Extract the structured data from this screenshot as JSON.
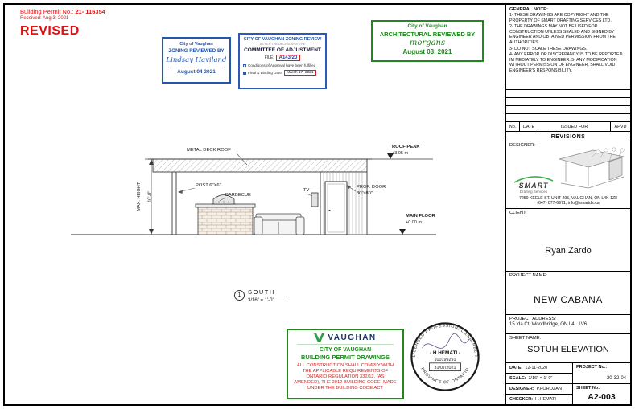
{
  "permit": {
    "label": "Building Permit No.:",
    "number": "21- 116354",
    "received": "Received: Aug 3, 2021",
    "revised": "REVISED"
  },
  "stamps": {
    "zoning": {
      "city": "City of Vaughan",
      "title": "ZONING REVIEWED BY",
      "signee": "Lindsay Haviland",
      "date": "August 04 2021"
    },
    "committee": {
      "header": "CITY OF VAUGHAN ZONING REVIEW",
      "subnote": "AS PER THE DECISION OF THE",
      "title": "COMMITTEE OF ADJUSTMENT",
      "file_label": "FILE:",
      "file_number": "A143/20",
      "check1": "Conditions of Approval have been fulfilled",
      "check2_label": "Final & Binding Date:",
      "check2_date": "March 17, 2021"
    },
    "architectural": {
      "city": "City of Vaughan",
      "title": "ARCHITECTURAL REVIEWED BY",
      "signee": "morgans",
      "date": "August 03, 2021"
    },
    "building_permit": {
      "logo_text": "VAUGHAN",
      "line1": "CITY OF VAUGHAN",
      "line2": "BUILDING PERMIT DRAWINGS",
      "body": "ALL CONSTRUCTION SHALL COMPLY WITH THE APPLICABLE REQUIREMENTS OF ONTARIO REGULATION 332/12, (AS AMENDED), THE 2012 BUILDING CODE, MADE UNDER THE BUILDING CODE ACT"
    },
    "seal": {
      "arc_top": "LICENSED PROFESSIONAL ENGINEER",
      "name": "- H.HEMATI -",
      "licence": "100199291",
      "date": "31/07/2021",
      "arc_bottom": "PROVINCE OF ONTARIO"
    }
  },
  "drawing": {
    "labels": {
      "roof": "METAL DECK ROOF",
      "roof_peak": "ROOF PEAK",
      "roof_peak_elev": "+3.05 m",
      "main_floor": "MAIN FLOOR",
      "main_floor_elev": "+0.00 m",
      "post": "POST 6\"X6\"",
      "barbecue": "BARBECUE",
      "tv": "TV",
      "door": "PROP. DOOR",
      "door_size": "30\"x80\"",
      "height": "10'-0\"",
      "max_height": "MAX. HEIGHT"
    },
    "view_title": {
      "number": "1",
      "name": "SOUTH",
      "scale": "3/16\" = 1'-0\""
    }
  },
  "titleblock": {
    "general_note": {
      "heading": "GENERAL NOTE:",
      "notes": [
        "1- THESE DRAWINGS ARE COPYRIGHT AND THE PROPERTY OF SMART DRAFTING SERVICES LTD.",
        "2- THE DRAWINGS MAY NOT BE USED FOR CONSTRUCTION UNLESS SEALED AND SIGNED BY ENGINEER AND OBTAINED PERMISSION FROM THE AUTHORITIES.",
        "3- DO NOT SCALE THESE DRAWINGS.",
        "4- ANY ERROR OR DISCREPANCY IS TO BE REPORTED IM MEDIATELY TO ENGINEER. 5- ANY MODIFICATION WITHOUT PERMISSION OF ENGINEER, SHALL VOID ENGINEER'S RESPONSIBILITY."
      ]
    },
    "revisions": {
      "col_no": "No.",
      "col_date": "DATE",
      "col_issued": "ISSUED FOR",
      "col_apvd": "APVD",
      "title": "REVISIONS"
    },
    "designer_block": {
      "label": "DESIGNER:",
      "brand": "SMART",
      "brand_sub": "Drafting Services",
      "address": "7250 KEELE ST. UNIT 295, VAUGHAN, ON L4K 1Z8",
      "contact": "(647) 877-6971,  info@smartds.ca"
    },
    "client": {
      "label": "CLIENT:",
      "name": "Ryan Zardo"
    },
    "project": {
      "label": "PROJECT NAME:",
      "name": "NEW CABANA"
    },
    "address": {
      "label": "PROJECT ADDRESS:",
      "value": "15 Ida Ct, Woodbridge, ON L4L 1V6"
    },
    "sheet": {
      "label": "SHEET NAME:",
      "name": "SOTUH ELEVATION"
    },
    "meta": {
      "date_label": "DATE:",
      "date": "12-11-2020",
      "scale_label": "SCALE:",
      "scale": "3/16\" = 1'-0\"",
      "designer_label": "DESIGNER:",
      "designer": "P.FOROZAN",
      "checker_label": "CHECKER:",
      "checker": "H.HEMATI",
      "project_no_label": "PROJECT No.:",
      "project_no": "20-32-04",
      "sheet_no_label": "SHEET No:",
      "sheet_no": "A2-003"
    }
  }
}
